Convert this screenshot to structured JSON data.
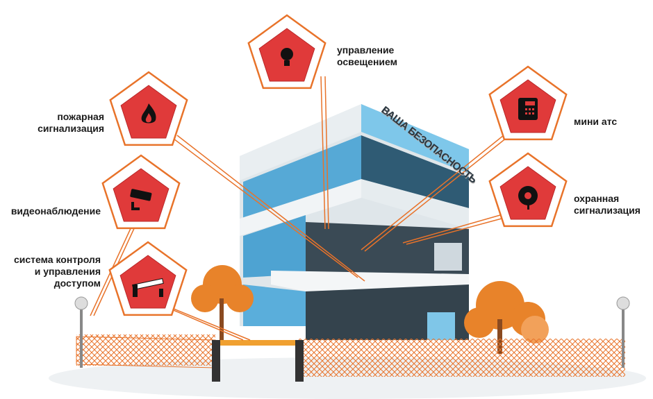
{
  "sign": "ВАША БЕЗОПАСНОСТЬ",
  "features": [
    {
      "id": "lighting",
      "label": [
        "управление",
        "освещением"
      ],
      "icon": "lightbulb-icon"
    },
    {
      "id": "fire",
      "label": [
        "пожарная",
        "сигнализация"
      ],
      "icon": "fire-icon"
    },
    {
      "id": "pbx",
      "label": [
        "мини атс"
      ],
      "icon": "phone-icon"
    },
    {
      "id": "video",
      "label": [
        "видеонаблюдение"
      ],
      "icon": "camera-icon"
    },
    {
      "id": "security",
      "label": [
        "охранная",
        "сигнализация"
      ],
      "icon": "bell-icon"
    },
    {
      "id": "access",
      "label": [
        "система контроля",
        "и управления",
        "доступом"
      ],
      "icon": "barrier-icon"
    }
  ],
  "colors": {
    "accent": "#e8732a",
    "badge": "#e03a3a",
    "glass": "#4aa9dc",
    "fence": "#e8732a"
  }
}
